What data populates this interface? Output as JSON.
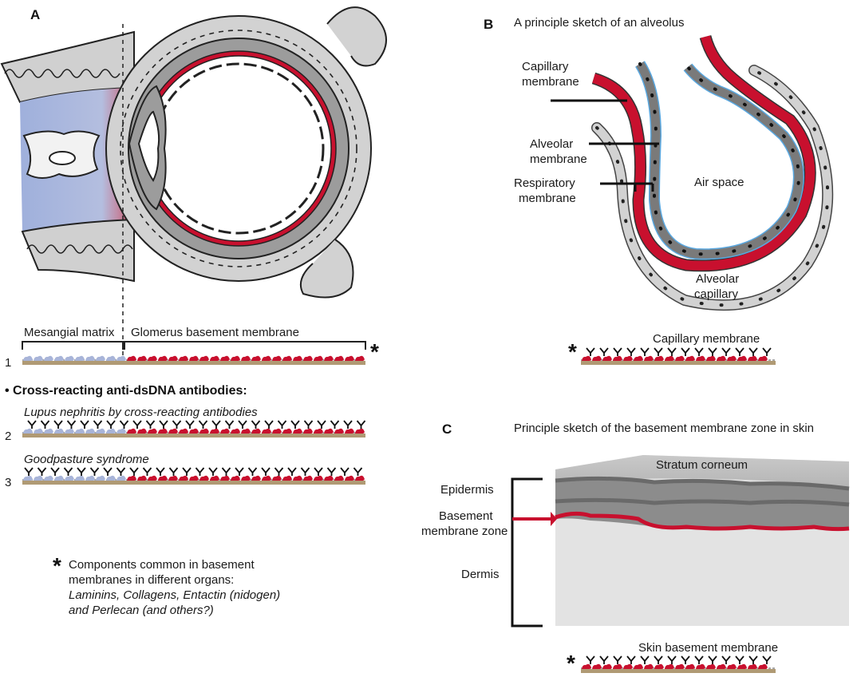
{
  "panel_a": {
    "label": "A",
    "mesangial_label": "Mesangial matrix",
    "gbm_label": "Glomerus basement membrane",
    "asterisk": "*",
    "row1_num": "1",
    "bullet": "• Cross-reacting anti-dsDNA antibodies:",
    "row2_num": "2",
    "row2_title": "Lupus nephritis by cross-reacting antibodies",
    "row3_num": "3",
    "row3_title": "Goodpasture syndrome",
    "footnote_asterisk": "*",
    "footnote_line1": "Components common in basement",
    "footnote_line2": "membranes in different organs:",
    "footnote_line3": "Laminins, Collagens, Entactin (nidogen)",
    "footnote_line4": "and Perlecan (and others?)"
  },
  "panel_b": {
    "label": "B",
    "title": "A principle sketch of an alveolus",
    "capillary_membrane_l1": "Capillary",
    "capillary_membrane_l2": "membrane",
    "alveolar_membrane_l1": "Alveolar",
    "alveolar_membrane_l2": "membrane",
    "respiratory_membrane_l1": "Respiratory",
    "respiratory_membrane_l2": "membrane",
    "air_space": "Air space",
    "alveolar_capillary_l1": "Alveolar",
    "alveolar_capillary_l2": "capillary",
    "strip_label": "Capillary membrane",
    "asterisk": "*"
  },
  "panel_c": {
    "label": "C",
    "title": "Principle sketch of the basement membrane zone in skin",
    "stratum_corneum": "Stratum corneum",
    "epidermis": "Epidermis",
    "bmz_l1": "Basement",
    "bmz_l2": "membrane zone",
    "dermis": "Dermis",
    "strip_label": "Skin basement membrane",
    "asterisk": "*"
  },
  "colors": {
    "red": "#c8102e",
    "blue_gray": "#a8b4d8",
    "tan": "#b09a74",
    "gray_light": "#d2d2d2",
    "gray_mid": "#a6a6a6",
    "gray_dark": "#7a7a7a",
    "alveolar_blue": "#5aa8e0"
  },
  "icons": [
    "antibody-y-icon",
    "mesangial-cell-icon",
    "red-arrow-icon"
  ]
}
